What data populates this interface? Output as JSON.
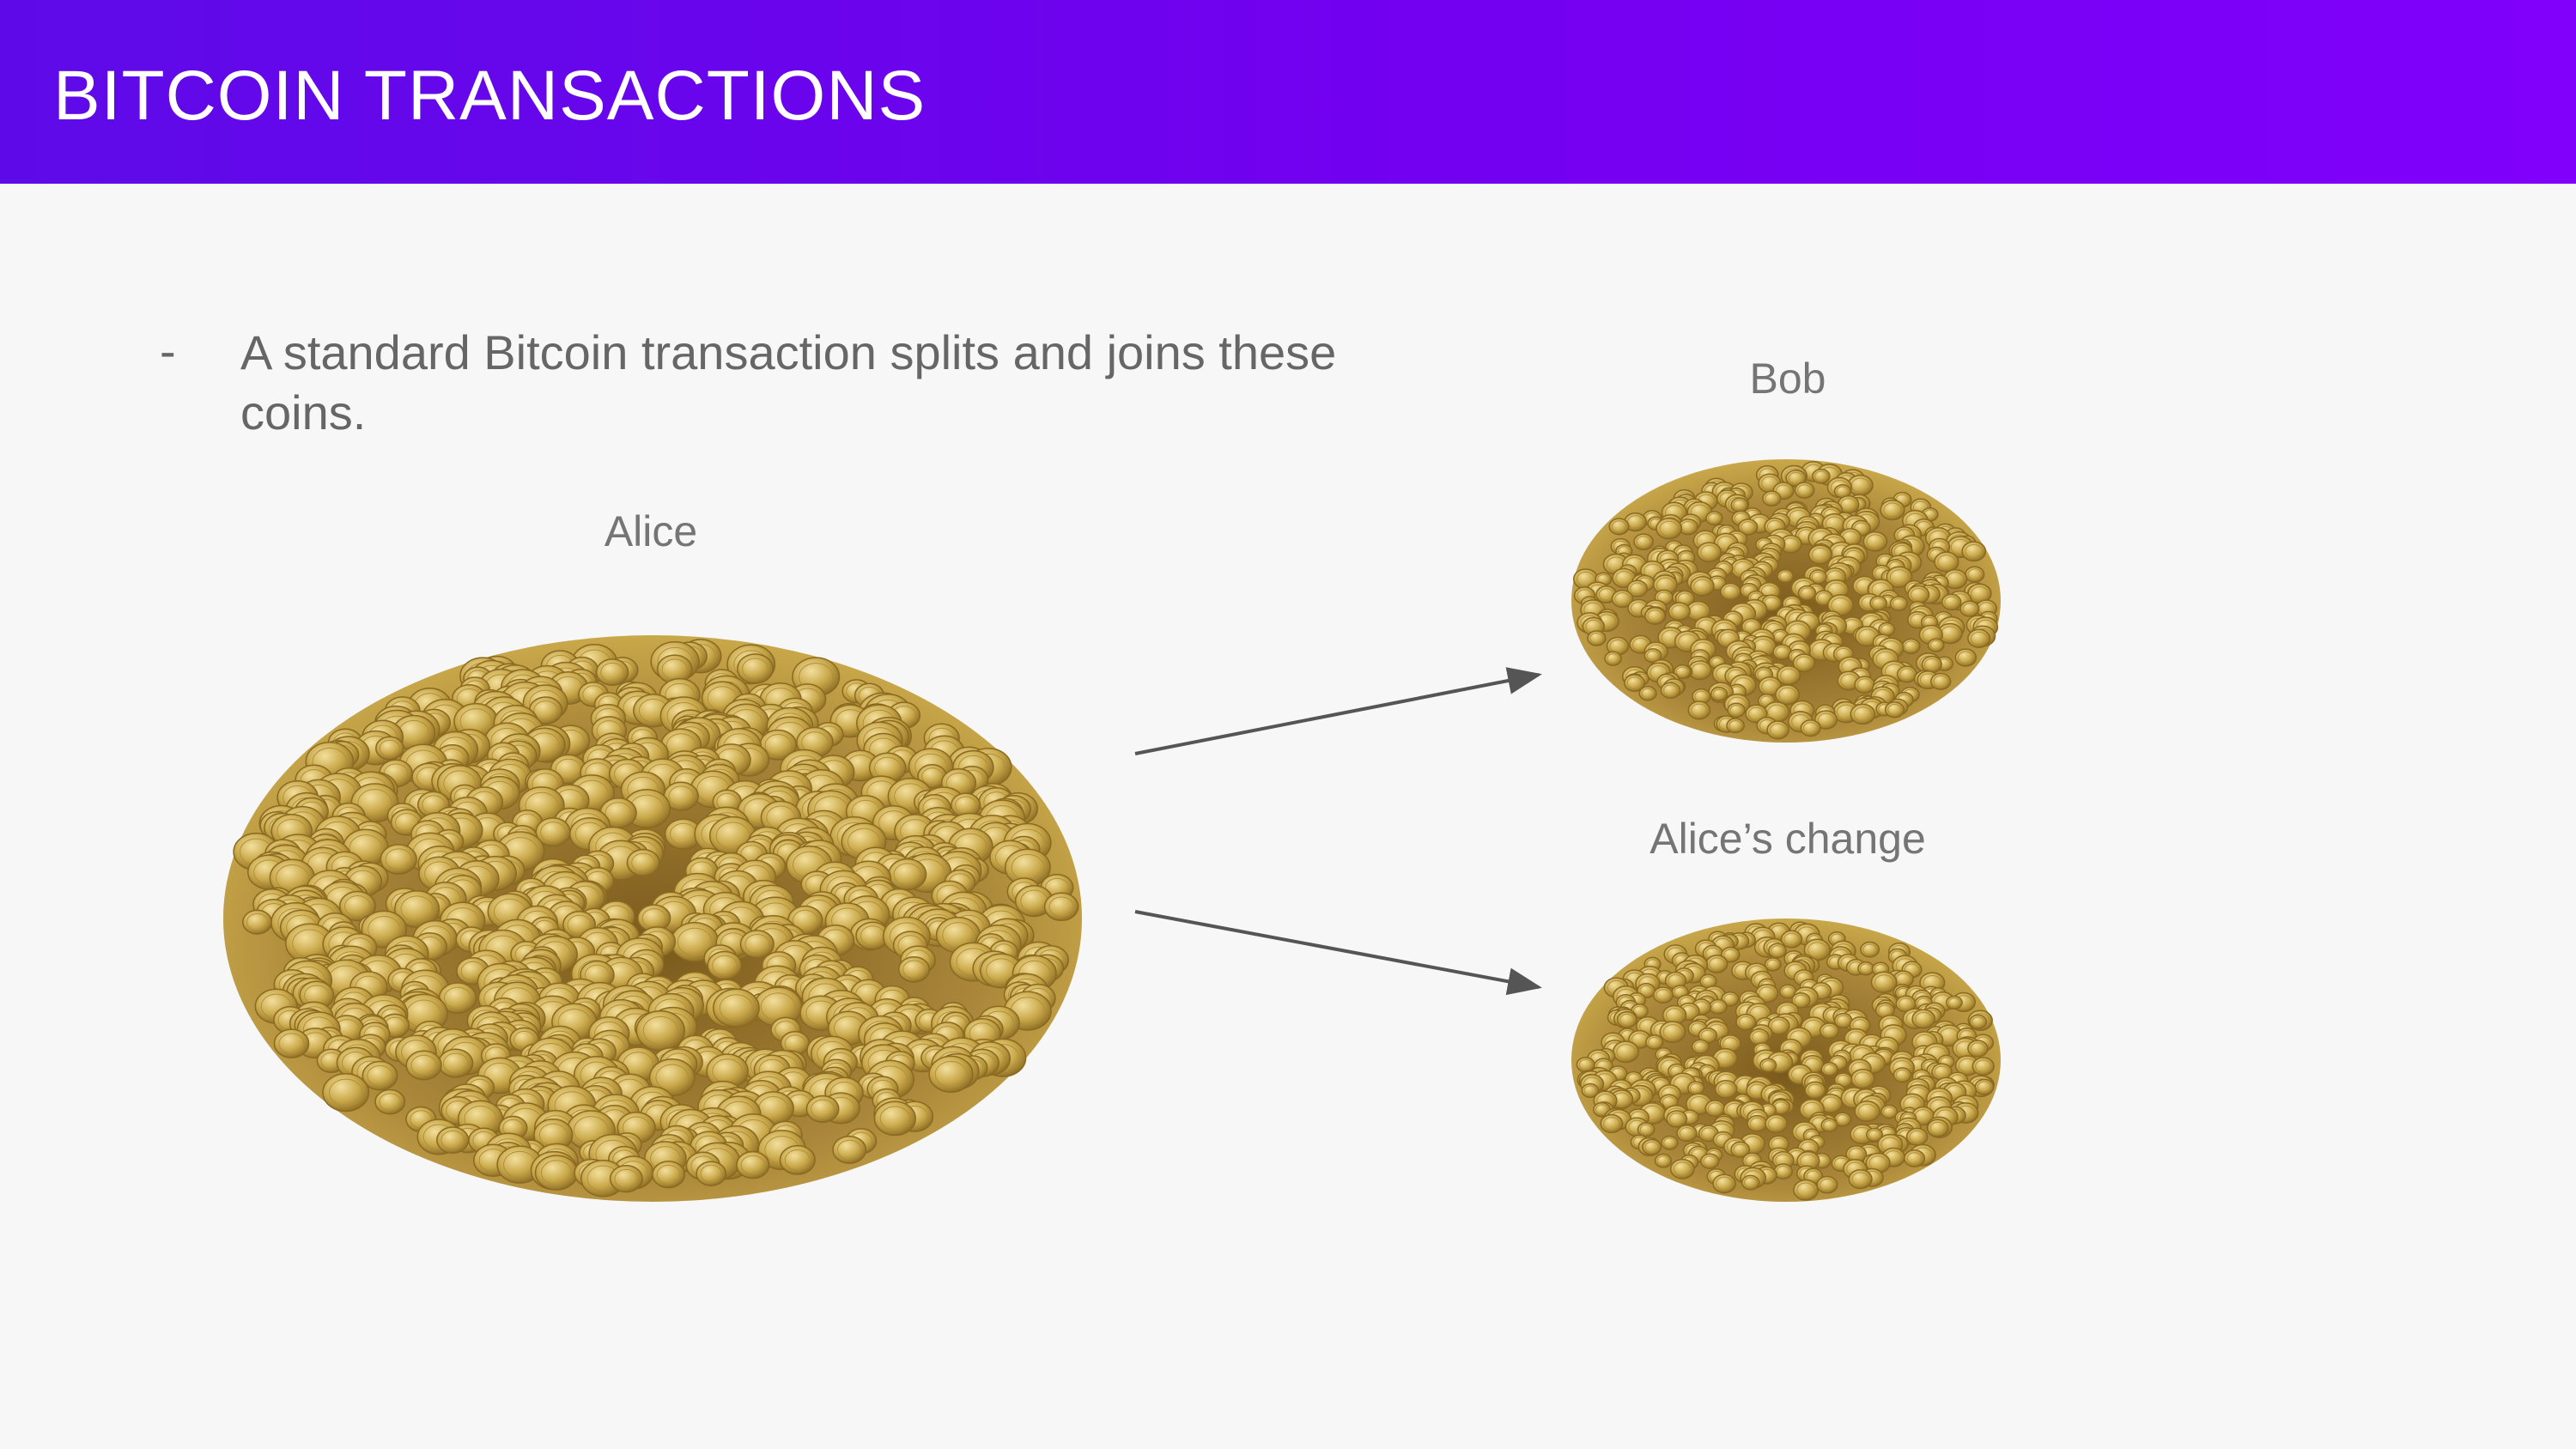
{
  "slide": {
    "title": "BITCOIN TRANSACTIONS",
    "bullet_marker": "-",
    "bullet_text": "A standard Bitcoin transaction splits and joins these coins."
  },
  "diagram": {
    "source": {
      "label": "Alice",
      "image": "large-coin-pile"
    },
    "outputs": [
      {
        "label": "Bob",
        "image": "small-coin-pile"
      },
      {
        "label": "Alice’s change",
        "image": "small-coin-pile"
      }
    ],
    "arrow_color": "#555555"
  },
  "colors": {
    "header_gradient_start": "#5e0ae8",
    "header_gradient_end": "#8000fb",
    "background": "#f7f7f7",
    "text": "#666666",
    "coin": "#c9a84a"
  }
}
